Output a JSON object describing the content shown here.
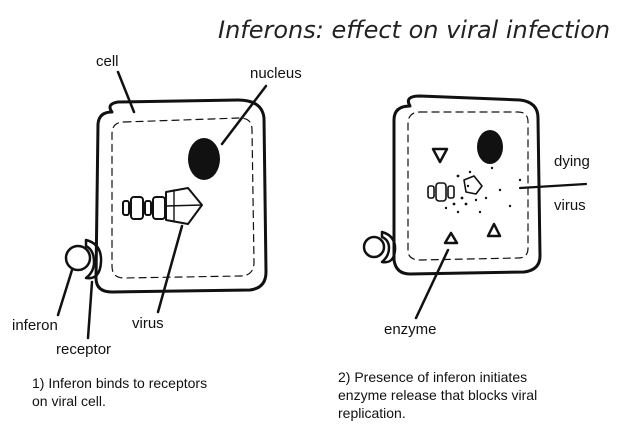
{
  "title": "Inferons: effect on viral infection",
  "panel1": {
    "labels": {
      "cell": "cell",
      "nucleus": "nucleus",
      "virus": "virus",
      "inferon": "inferon",
      "receptor": "receptor"
    },
    "caption": [
      "1) Inferon binds to receptors",
      "on viral cell."
    ]
  },
  "panel2": {
    "labels": {
      "dying": "dying",
      "virus": "virus",
      "enzyme": "enzyme"
    },
    "caption": [
      "2) Presence of inferon initiates",
      "enzyme release that blocks viral",
      "replication."
    ]
  }
}
